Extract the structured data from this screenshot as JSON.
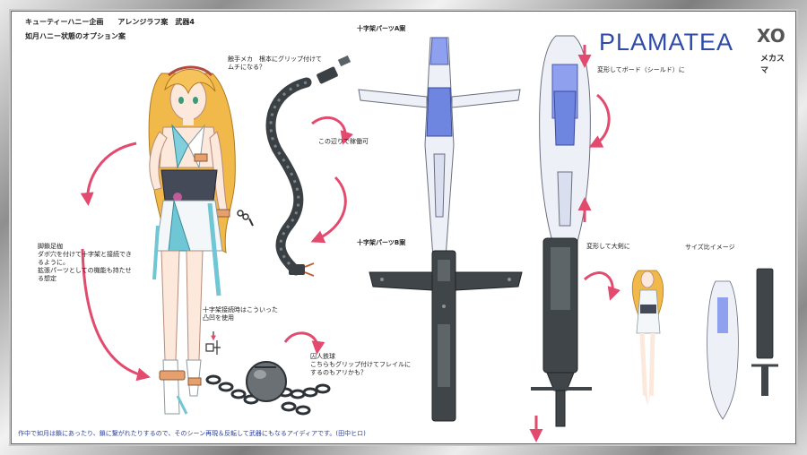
{
  "header": {
    "line1": "キューティーハニー企画　　アレンジラフ案　武器4",
    "line2": "如月ハニー状態のオプション案"
  },
  "logo": {
    "brand": "PLAMATEA",
    "mark": "XO",
    "sub": "メカスマ"
  },
  "notes": {
    "tentacle": "触手メカ　根本にグリップ付けて\nムチになる？",
    "movable": "この辺りで稼働可",
    "cross_a": "十字架パーツA案",
    "shield": "変形してボード（シールド）に",
    "cross_b": "十字架パーツB案",
    "sword": "変形して大剣に",
    "size": "サイズ比イメージ",
    "ankle": "脚鎖足枷\nダボ穴を付けて十字架と接続でき\nるように。\n拡張パーツとしての機能も持たせ\nる想定",
    "joint": "十字架接続時はこういった\n凸凹を使用",
    "ball": "囚人鉄球\nこちらもグリップ付けてフレイルに\nするのもアリかも？"
  },
  "footer": "作中で如月は鎖にあったり、鎖に繋がれたりするので、そのシーン再現＆反転して武器にもなるアイディアです。(田中ヒロ)",
  "colors": {
    "accent_blue": "#2f4aa8",
    "arrow_pink": "#e24a6e",
    "weapon_gray": "#3f4548",
    "armor_white": "#eef0f7",
    "armor_blue": "#6f86e0",
    "hair": "#f1b84a"
  }
}
